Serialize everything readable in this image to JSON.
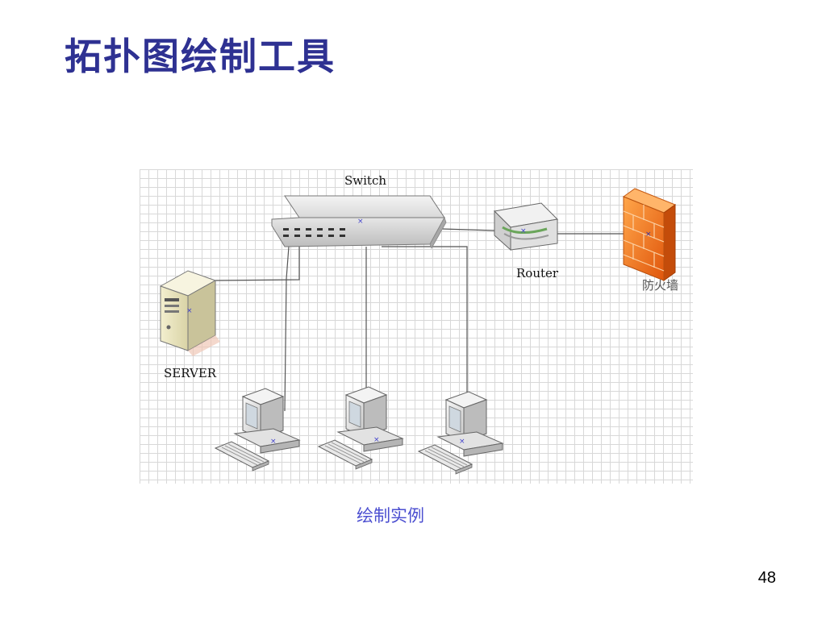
{
  "slide": {
    "title": "拓扑图绘制工具",
    "caption": "绘制实例",
    "page_number": "48"
  },
  "diagram": {
    "nodes": [
      {
        "id": "switch",
        "label": "Switch",
        "icon": "switch-icon"
      },
      {
        "id": "router",
        "label": "Router",
        "icon": "router-icon"
      },
      {
        "id": "firewall",
        "label": "防火墙",
        "icon": "firewall-icon"
      },
      {
        "id": "server",
        "label": "SERVER",
        "icon": "server-icon"
      },
      {
        "id": "pc1",
        "label": "",
        "icon": "computer-icon"
      },
      {
        "id": "pc2",
        "label": "",
        "icon": "computer-icon"
      },
      {
        "id": "pc3",
        "label": "",
        "icon": "computer-icon"
      }
    ],
    "edges": [
      {
        "from": "switch",
        "to": "router"
      },
      {
        "from": "router",
        "to": "firewall"
      },
      {
        "from": "switch",
        "to": "server"
      },
      {
        "from": "switch",
        "to": "pc1"
      },
      {
        "from": "switch",
        "to": "pc2"
      },
      {
        "from": "switch",
        "to": "pc3"
      }
    ],
    "colors": {
      "title": "#2e3192",
      "caption": "#4b4ed0",
      "firewall": "#f07a1a",
      "grid": "#d8d8d8"
    }
  }
}
